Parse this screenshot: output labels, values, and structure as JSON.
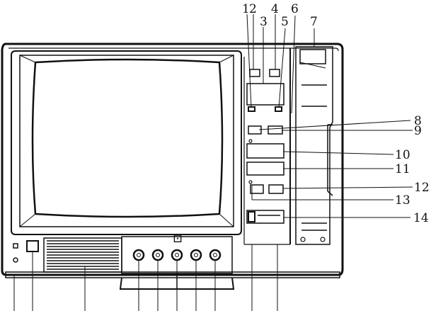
{
  "figure": {
    "callouts": [
      {
        "num": "1"
      },
      {
        "num": "2"
      },
      {
        "num": "3"
      },
      {
        "num": "4"
      },
      {
        "num": "5"
      },
      {
        "num": "6"
      },
      {
        "num": "7"
      },
      {
        "num": "8"
      },
      {
        "num": "9"
      },
      {
        "num": "10"
      },
      {
        "num": "11"
      },
      {
        "num": "12"
      },
      {
        "num": "13"
      },
      {
        "num": "14"
      }
    ],
    "panel_mark": "⊡"
  }
}
